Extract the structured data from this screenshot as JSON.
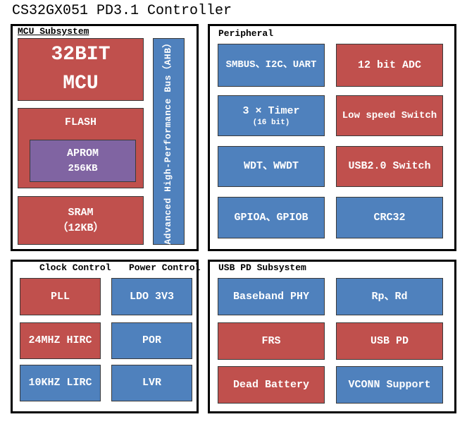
{
  "title": "CS32GX051 PD3.1 Controller",
  "colors": {
    "red": "#C0504D",
    "blue": "#4F81BD",
    "purple": "#8064A2",
    "block_border": "#3A3A3A",
    "box_border": "#000000",
    "block_text": "#FFFFFF",
    "label_text": "#000000",
    "background": "#FFFFFF"
  },
  "groups": {
    "mcu": {
      "label": "MCU Subsystem",
      "blocks": {
        "cpu": {
          "line1": "32BIT",
          "line2": "MCU",
          "color": "red"
        },
        "flash": {
          "label": "FLASH",
          "color": "red"
        },
        "aprom": {
          "line1": "APROM",
          "line2": "256KB",
          "color": "purple"
        },
        "sram": {
          "line1": "SRAM",
          "line2": "（12KB）",
          "color": "red"
        },
        "ahb": {
          "label": "Advanced High-Performance Bus（AHB）",
          "color": "blue"
        }
      }
    },
    "peripheral": {
      "label": "Peripheral",
      "blocks": {
        "comms": {
          "label": "SMBUS、I2C、UART",
          "color": "blue"
        },
        "adc": {
          "label": "12 bit ADC",
          "color": "red"
        },
        "timer": {
          "line1": "3 × Timer",
          "line2": "(16 bit)",
          "color": "blue"
        },
        "low_speed_switch": {
          "label": "Low speed Switch",
          "color": "red"
        },
        "wdt": {
          "label": "WDT、WWDT",
          "color": "blue"
        },
        "usb2_switch": {
          "label": "USB2.0 Switch",
          "color": "red"
        },
        "gpio": {
          "label": "GPIOA、GPIOB",
          "color": "blue"
        },
        "crc32": {
          "label": "CRC32",
          "color": "blue"
        }
      }
    },
    "clock_power": {
      "clock_label": "Clock Control",
      "power_label": "Power Control",
      "blocks": {
        "pll": {
          "label": "PLL",
          "color": "red"
        },
        "ldo": {
          "label": "LDO 3V3",
          "color": "blue"
        },
        "hirc": {
          "label": "24MHZ HIRC",
          "color": "red"
        },
        "por": {
          "label": "POR",
          "color": "blue"
        },
        "lirc": {
          "label": "10KHZ LIRC",
          "color": "blue"
        },
        "lvr": {
          "label": "LVR",
          "color": "blue"
        }
      }
    },
    "usb_pd": {
      "label": "USB PD Subsystem",
      "blocks": {
        "baseband_phy": {
          "label": "Baseband PHY",
          "color": "blue"
        },
        "rp_rd": {
          "label": "Rp、Rd",
          "color": "blue"
        },
        "frs": {
          "label": "FRS",
          "color": "red"
        },
        "usb_pd": {
          "label": "USB PD",
          "color": "red"
        },
        "dead_battery": {
          "label": "Dead Battery",
          "color": "red"
        },
        "vconn": {
          "label": "VCONN Support",
          "color": "blue"
        }
      }
    }
  }
}
